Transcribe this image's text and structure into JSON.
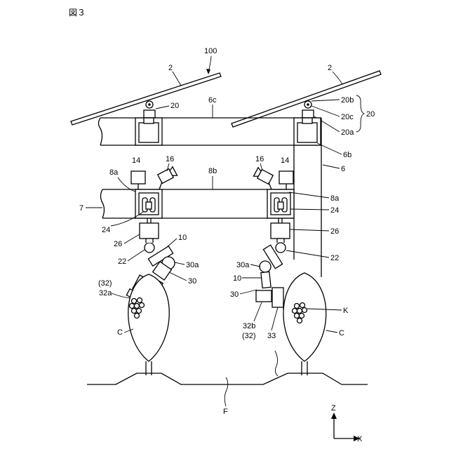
{
  "figure": {
    "title": "図３"
  },
  "labels": {
    "system": "100",
    "panel_left": "2",
    "panel_right": "2",
    "mount_left": "20",
    "mount_20b": "20b",
    "mount_20c": "20c",
    "mount_20a": "20a",
    "mount_group": "20",
    "beam_top": "6c",
    "post": "6b",
    "frame": "6",
    "light_left": "14",
    "light_right": "14",
    "camera_left": "16",
    "camera_right": "16",
    "rail_left": "8a",
    "rail_right": "8a",
    "rail_beam": "8b",
    "beam_7": "7",
    "carriage_left": "24",
    "carriage_right": "24",
    "lift_left": "26",
    "lift_right": "26",
    "robot_left": "10",
    "robot_right": "10",
    "joint_left": "22",
    "joint_right": "22",
    "arm_left": "30a",
    "arm_right": "30a",
    "arm_body_left": "30",
    "arm_body_right": "30",
    "tool_left_paren": "(32)",
    "tool_left": "32a",
    "tool_right": "32b",
    "tool_right_paren": "(32)",
    "sensor": "33",
    "fruit": "K",
    "crop_left": "C",
    "crop_right": "C",
    "ground": "F",
    "axis_z": "Z",
    "axis_x": "X"
  }
}
